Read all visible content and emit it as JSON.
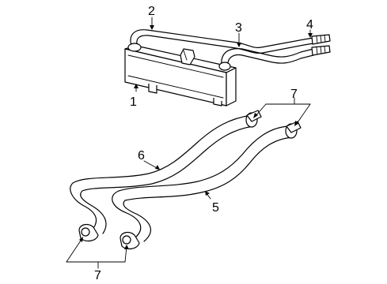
{
  "diagram": {
    "callouts": [
      {
        "id": "1",
        "label": "1"
      },
      {
        "id": "2",
        "label": "2"
      },
      {
        "id": "3",
        "label": "3"
      },
      {
        "id": "4",
        "label": "4"
      },
      {
        "id": "5",
        "label": "5"
      },
      {
        "id": "6",
        "label": "6"
      },
      {
        "id": "7a",
        "label": "7"
      },
      {
        "id": "7b",
        "label": "7"
      }
    ],
    "parts": [
      {
        "id": "oil-cooler",
        "callout": "1"
      },
      {
        "id": "cooler-tube-upper",
        "callout": "2"
      },
      {
        "id": "cooler-tube-lower",
        "callout": "3"
      },
      {
        "id": "tube-fitting",
        "callout": "4"
      },
      {
        "id": "return-hose",
        "callout": "5"
      },
      {
        "id": "pressure-hose",
        "callout": "6"
      },
      {
        "id": "hose-clamp",
        "callout": "7"
      }
    ]
  }
}
